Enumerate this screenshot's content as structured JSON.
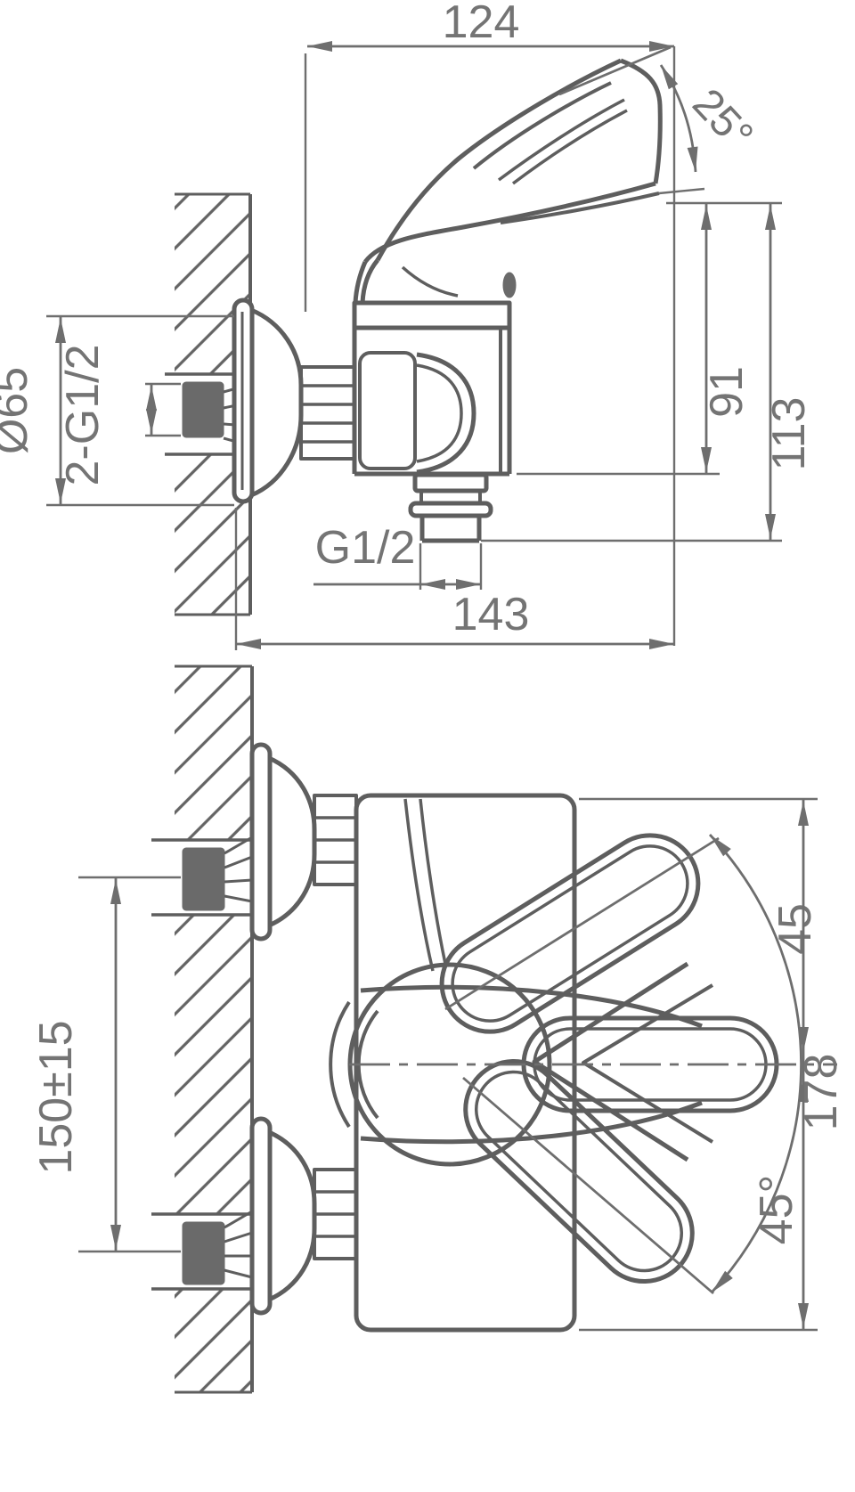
{
  "drawing": {
    "type": "technical-drawing",
    "background": "#ffffff",
    "line_color": "#5e5e5e",
    "dim_line_color": "#6e6e6e",
    "text_color": "#747474",
    "views": {
      "side": {
        "dims": {
          "handle_reach": "124",
          "handle_angle": "25°",
          "body_height": "91",
          "overall_height": "113",
          "escutcheon_diameter": "Ø65",
          "wall_connections": "2-G1/2",
          "outlet_thread": "G1/2",
          "overall_depth": "143"
        }
      },
      "front": {
        "dims": {
          "inlet_spacing": "150±15",
          "swing_upper": "45",
          "handle_span": "178",
          "swing_lower": "45°"
        }
      }
    }
  }
}
